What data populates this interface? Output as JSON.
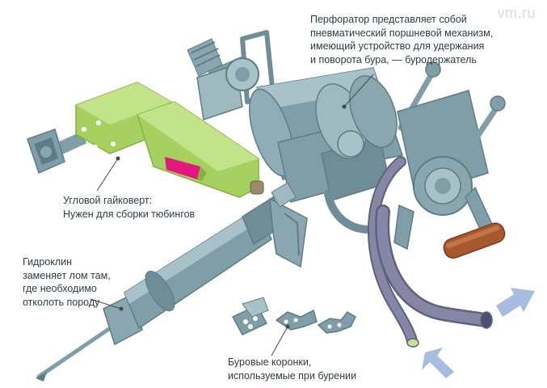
{
  "watermark": "vm.ru",
  "labels": {
    "perforator": "Перфоратор представляет собой\nпневматический поршневой механизм,\nимеющий устройство для удержания\nи поворота бура, — буродержатель",
    "wrench": "Угловой гайковерт:\nНужен для сборки тюбингов",
    "hydroklin": "Гидроклин\nзаменяет лом там,\nгде необходимо\nотколоть породу",
    "bits": "Буровые коронки,\nиспользуемые при бурении"
  },
  "colors": {
    "steel": "#7f9ea8",
    "steel_dark": "#5d7c86",
    "steel_light": "#a9c2c9",
    "green": "#a6d160",
    "green_dark": "#86b040",
    "magenta": "#e2197c",
    "hose": "#7d7f9c",
    "handle": "#a8582f",
    "arrow": "#a6bde0",
    "leader": "#3a4a50"
  },
  "icons": {
    "perforator": "pneumatic-perforator-drawing",
    "wrench": "angle-wrench-drawing",
    "hydroklin": "hydraulic-wedge-drawing",
    "bits": "drill-bits-drawing"
  }
}
